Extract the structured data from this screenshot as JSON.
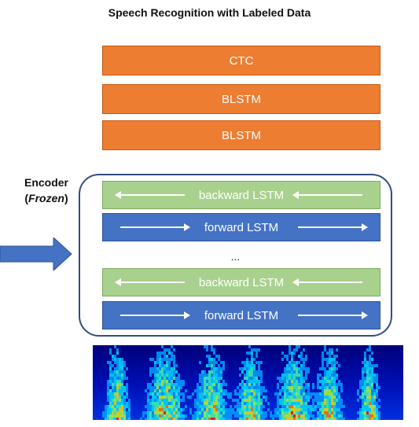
{
  "title": "Speech Recognition with Labeled Data",
  "top_stack": [
    "CTC",
    "BLSTM",
    "BLSTM"
  ],
  "encoder": {
    "label_line1": "Encoder",
    "label_open": "(",
    "label_frozen": "Frozen",
    "label_close": ")",
    "layers": [
      {
        "label": "backward LSTM",
        "direction": "backward"
      },
      {
        "label": "forward LSTM",
        "direction": "forward"
      },
      {
        "label": "backward LSTM",
        "direction": "backward"
      },
      {
        "label": "forward LSTM",
        "direction": "forward"
      }
    ],
    "ellipsis": "..."
  },
  "colors": {
    "orange": "#ed7d31",
    "green": "#a9d18e",
    "blue": "#4472c4",
    "input_arrow": "#4472c4"
  },
  "icons": {
    "input_arrow": "right-arrow-icon",
    "spectrogram": "spectrogram-image"
  }
}
